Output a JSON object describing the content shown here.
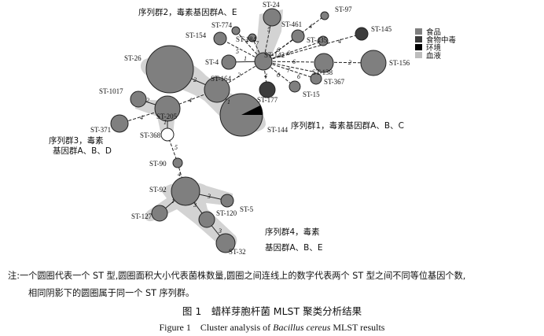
{
  "legend": [
    {
      "label": "食品",
      "color": "#7f7f7f"
    },
    {
      "label": "食物中毒",
      "color": "#3c3c3c"
    },
    {
      "label": "环境",
      "color": "#000000"
    },
    {
      "label": "血液",
      "color": "#bdbdbd"
    }
  ],
  "groups": {
    "g1": "序列群1，毒素基因群A、B、C",
    "g2": "序列群2，毒素基因群A、E",
    "g3_line1": "序列群3，毒素",
    "g3_line2": "基因群A、B、D",
    "g4_line1": "序列群4，毒素",
    "g4_line2": "基因群A、B、E"
  },
  "nodes": {
    "ST142": "ST-142",
    "ST24": "ST-24",
    "ST97": "ST-97",
    "ST145": "ST-145",
    "ST461": "ST-461",
    "ST435": "ST-435",
    "ST774": "ST-774",
    "ST154": "ST-154",
    "ST184": "ST-184",
    "ST4": "ST-4",
    "ST156": "ST-156",
    "ST138": "ST-138",
    "ST367": "ST-367",
    "ST15": "ST-15",
    "ST177": "ST-177",
    "ST26": "ST-26",
    "ST164": "ST-164",
    "ST144": "ST-144",
    "ST1017": "ST-1017",
    "ST205": "ST-205",
    "ST371": "ST-371",
    "ST368": "ST-368",
    "ST90": "ST-90",
    "ST92": "ST-92",
    "ST127": "ST-127",
    "ST120": "ST-120",
    "ST5": "ST-5",
    "ST32": "ST-32"
  },
  "edges": {
    "e24": "5",
    "e97": "4",
    "e145": "4",
    "e461": "6",
    "e435": "6",
    "e774": "4",
    "e154": "5",
    "e184": "7",
    "e4": "1",
    "e156": "6",
    "e156b": "2",
    "e138": "7",
    "e367": "6",
    "e15": "6",
    "e177": "4",
    "e164": "2",
    "e26": "2",
    "e144": "1",
    "e205": "4",
    "e1017": "2",
    "e371": "4",
    "e368": "1",
    "e90": "5",
    "e92": "4",
    "e127": "1",
    "e120": "3",
    "e5": "3",
    "e32": "3"
  },
  "note": {
    "line1": "注:一个圆圈代表一个 ST 型,圆圈面积大小代表菌株数量,圆圈之间连线上的数字代表两个 ST 型之间不同等位基因个数,",
    "line2": "相同阴影下的圆圈属于同一个 ST 序列群。"
  },
  "caption": {
    "cn": "图 1　蜡样芽胞杆菌 MLST 聚类分析结果",
    "en_prefix": "Figure 1　Cluster analysis of ",
    "en_species": "Bacillus cereus",
    "en_suffix": " MLST results"
  }
}
